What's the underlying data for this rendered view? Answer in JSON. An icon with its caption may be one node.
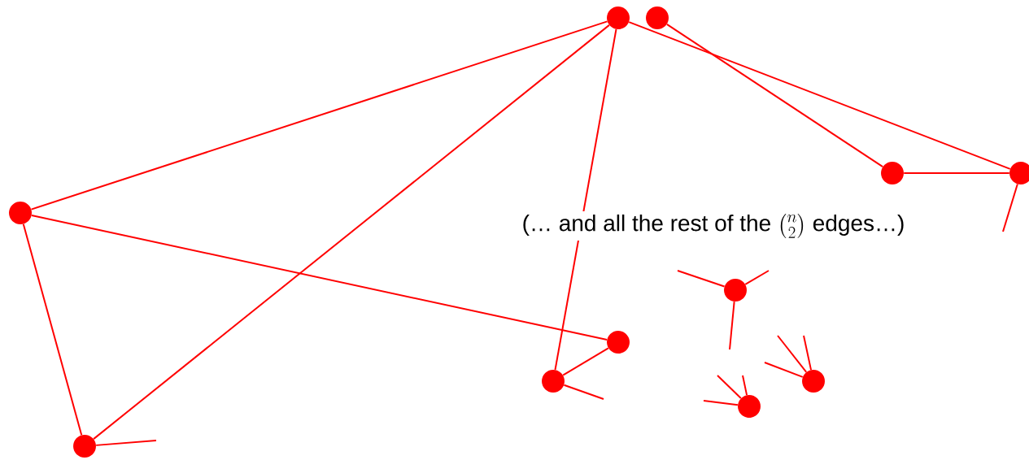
{
  "diagram": {
    "nodes": [
      {
        "text": [],
        "shape": "circle"
      },
      {
        "text": [],
        "shape": "circle"
      },
      {
        "text": [],
        "shape": "circle"
      },
      {
        "text": [],
        "shape": "circle"
      },
      {
        "text": [],
        "shape": "circle"
      },
      {
        "text": [],
        "shape": "circle"
      },
      {
        "text": [],
        "shape": "circle"
      },
      {
        "text": [],
        "shape": "circle"
      },
      {
        "text": [],
        "shape": "circle"
      },
      {
        "text": [],
        "shape": "circle"
      },
      {
        "text": [],
        "shape": "circle"
      }
    ],
    "edges": [
      {
        "from": 0,
        "to": 2,
        "arrow": "none"
      },
      {
        "from": 0,
        "to": 10,
        "arrow": "none"
      },
      {
        "from": 0,
        "to": 7,
        "arrow": "none"
      },
      {
        "from": 0,
        "to": 4,
        "arrow": "none"
      },
      {
        "from": 1,
        "to": 3,
        "arrow": "none"
      },
      {
        "from": 2,
        "to": 6,
        "arrow": "none"
      },
      {
        "from": 2,
        "to": 10,
        "arrow": "none"
      },
      {
        "from": 3,
        "to": 4,
        "arrow": "none"
      },
      {
        "from": 6,
        "to": 7,
        "arrow": "none"
      },
      {
        "from": 4,
        "to": null,
        "arrow": "none"
      },
      {
        "from": 5,
        "to": null,
        "arrow": "none"
      },
      {
        "from": 5,
        "to": null,
        "arrow": "none"
      },
      {
        "from": 5,
        "to": null,
        "arrow": "none"
      },
      {
        "from": 7,
        "to": null,
        "arrow": "none"
      },
      {
        "from": 8,
        "to": null,
        "arrow": "none"
      },
      {
        "from": 8,
        "to": null,
        "arrow": "none"
      },
      {
        "from": 8,
        "to": null,
        "arrow": "none"
      },
      {
        "from": 9,
        "to": null,
        "arrow": "none"
      },
      {
        "from": 9,
        "to": null,
        "arrow": "none"
      },
      {
        "from": 9,
        "to": null,
        "arrow": "none"
      },
      {
        "from": 10,
        "to": null,
        "arrow": "none"
      }
    ],
    "labels": [
      "(… and all the rest of the",
      "\\binom{n}{2}",
      "edges…)"
    ]
  }
}
